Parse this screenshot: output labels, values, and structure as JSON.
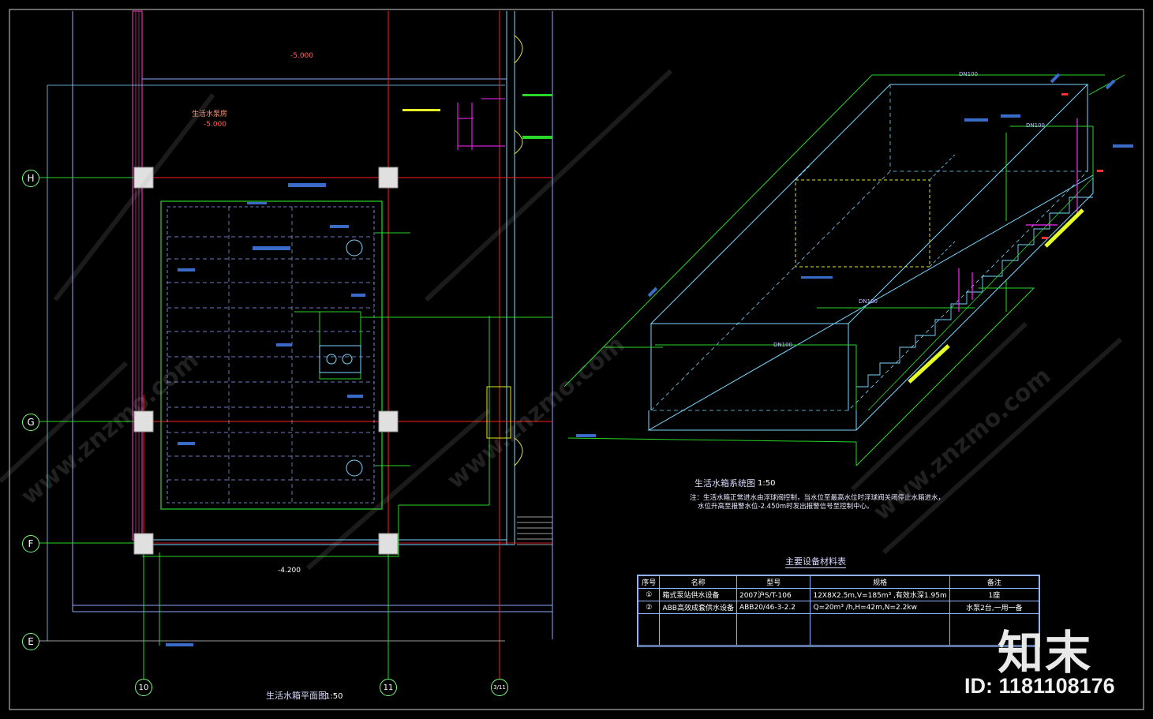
{
  "plan": {
    "title": "生活水箱平面图",
    "scale": "1:50",
    "room_label": "生活水泵房",
    "elev_top": "-5.000",
    "elev_room": "-5.000",
    "elev_bottom": "-4.200",
    "axes_rows": [
      "H",
      "G",
      "F",
      "E"
    ],
    "axes_cols": [
      "10",
      "11",
      "3/11"
    ]
  },
  "iso": {
    "title": "生活水箱系统图",
    "scale": "1:50",
    "note_line1": "注：生活水箱正常进水由浮球阀控制，当水位至最高水位时浮球阀关闭停止水箱进水，",
    "note_line2": "水位升高至报警水位-2.450m时发出报警信号至控制中心。",
    "pipe_labels": [
      "DN100",
      "DN100",
      "DN100",
      "DN100"
    ]
  },
  "materials": {
    "title": "主要设备材料表",
    "headers": [
      "序号",
      "名称",
      "型号",
      "规格",
      "备注"
    ],
    "rows": [
      [
        "①",
        "箱式泵站供水设备",
        "2007沪S/T-106",
        "12X8X2.5m,V=185m³ ,有效水深1.95m",
        "1座"
      ],
      [
        "②",
        "ABB高效成套供水设备",
        "ABB20/46-3-2.2",
        "Q=20m³ /h,H=42m,N=2.2kw",
        "水泵2台,一用一备"
      ]
    ]
  },
  "watermark": {
    "logo": "知末",
    "id": "ID: 1181108176",
    "site": "www.znzmo.com"
  },
  "colors": {
    "background": "#000000",
    "grid_red": "#ff2020",
    "wall_cyan": "#7ad7ff",
    "pipe_green": "#29d629",
    "outline_blue": "#8fa8ff",
    "accent_yellow": "#e6ff29",
    "magenta": "#ff29ff"
  }
}
